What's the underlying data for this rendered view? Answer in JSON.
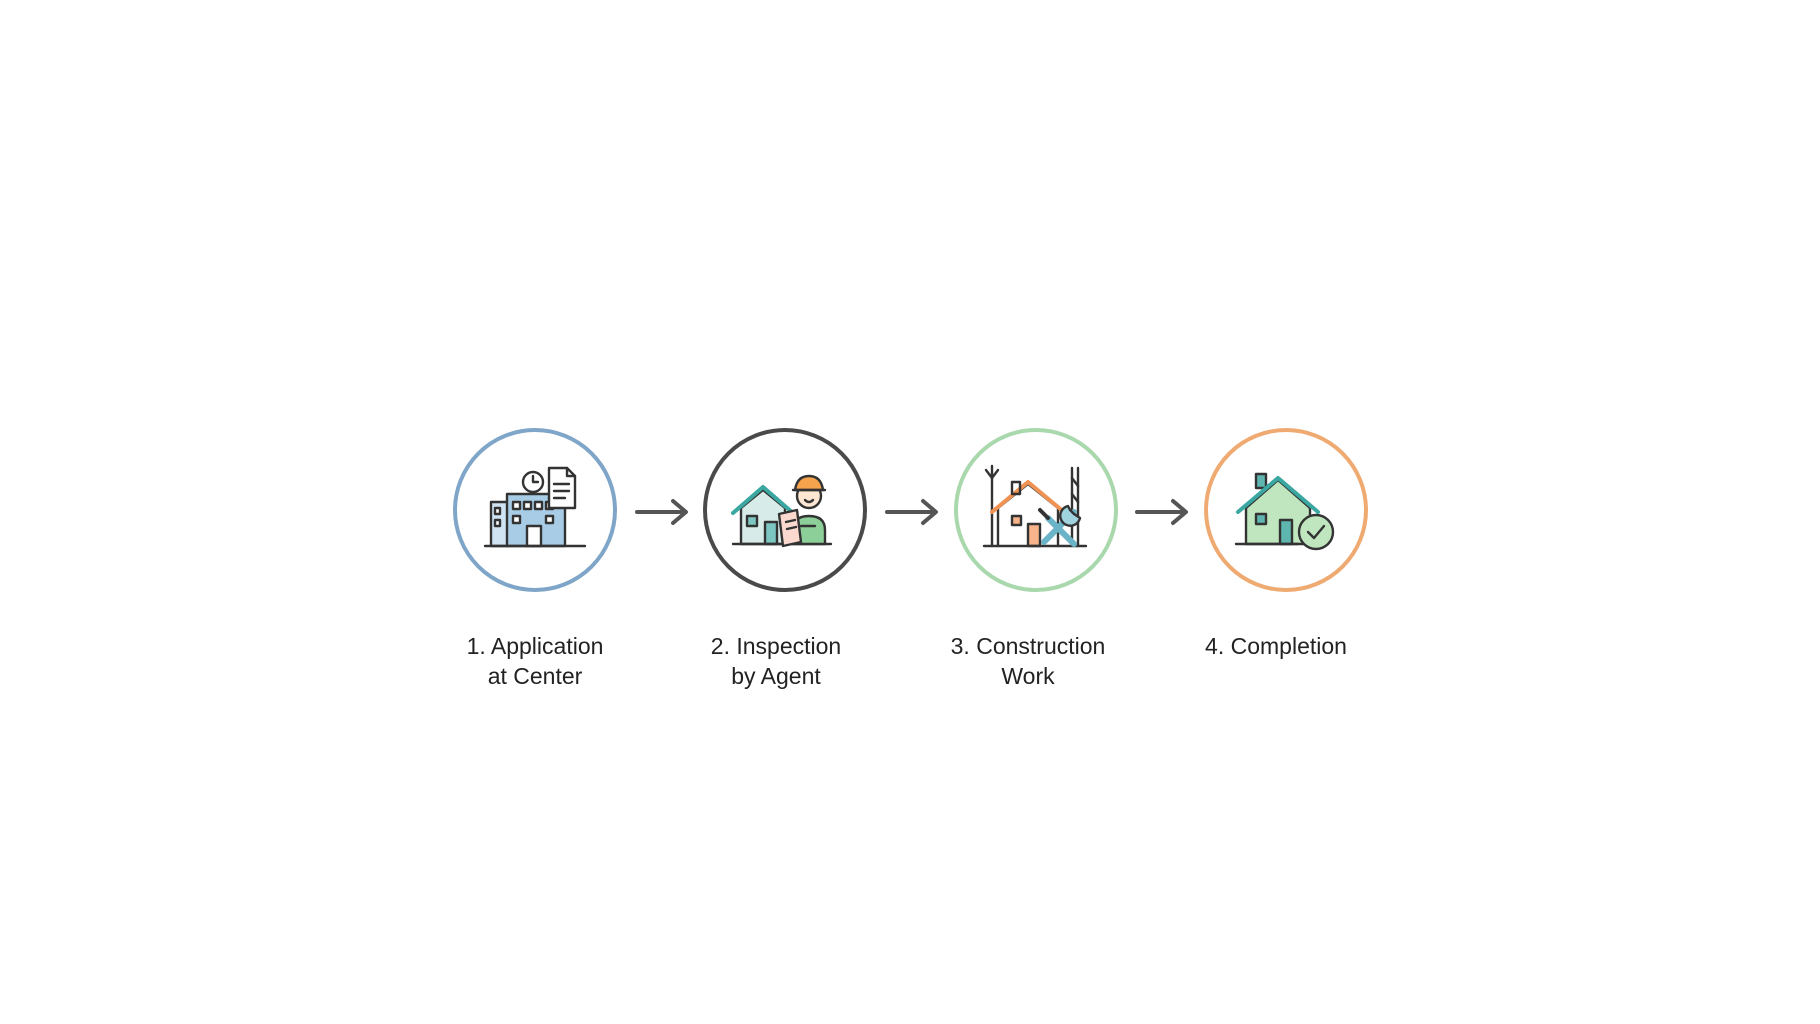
{
  "steps": [
    {
      "line1": "1. Application",
      "line2": "at Center",
      "icon": "office-building-icon",
      "color": "#7fa6c8"
    },
    {
      "line1": "2. Inspection",
      "line2": "by Agent",
      "icon": "inspector-house-icon",
      "color": "#4a4a4a"
    },
    {
      "line1": "3. Construction",
      "line2": "Work",
      "icon": "house-tools-icon",
      "color": "#a9d8ad"
    },
    {
      "line1": "4. Completion",
      "line2": "",
      "icon": "house-check-icon",
      "color": "#efaa72"
    }
  ],
  "arrow_icon": "arrow-right-icon",
  "arrow_color": "#555555"
}
